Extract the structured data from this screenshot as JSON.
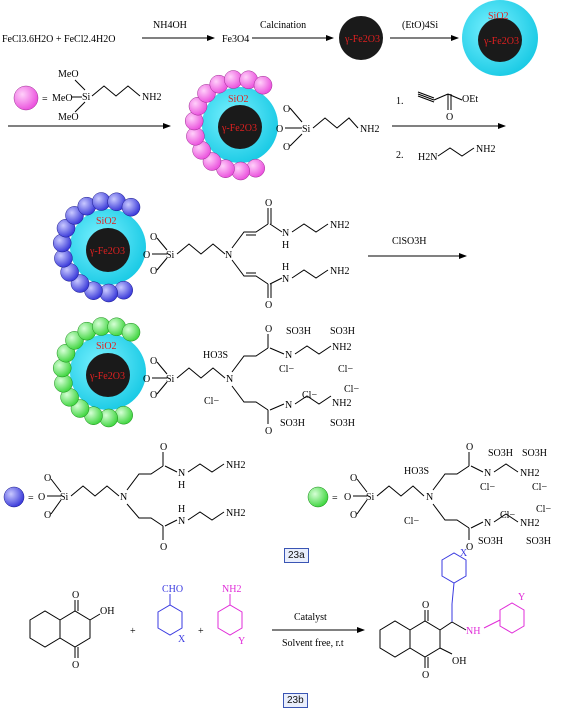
{
  "row1": {
    "reactants": "FeCl3.6H2O + FeCl2.4H2O",
    "reagent1": "NH4OH",
    "product1": "Fe3O4",
    "step2": "Calcination",
    "core_label": "γ-Fe2O3",
    "reagent3": "(EtO)4Si",
    "shell_label": "SiO2"
  },
  "row2": {
    "equals": "=",
    "silane_labels": [
      "MeO",
      "MeO",
      "MeO",
      "Si",
      "NH2"
    ],
    "step_labels": [
      "1.",
      "2."
    ],
    "propiolate_label": "OEt",
    "diamine_labels": [
      "H2N",
      "NH2"
    ],
    "linker_labels": [
      "O",
      "O",
      "O",
      "Si",
      "NH2"
    ]
  },
  "row3": {
    "reagent": "ClSO3H",
    "labels": [
      "O",
      "O",
      "O",
      "Si",
      "N",
      "O",
      "N",
      "H",
      "NH2",
      "O",
      "N",
      "H",
      "NH2"
    ]
  },
  "row4": {
    "labels": [
      "HO3S",
      "SO3H",
      "SO3H",
      "N",
      "Cl−",
      "NH2",
      "Cl−",
      "Cl−",
      "Cl−",
      "Cl−",
      "SO3H",
      "SO3H"
    ]
  },
  "caption_a": "23a",
  "caption_b": "23b",
  "row6": {
    "aldehyde": "CHO",
    "amine": "NH2",
    "substituent_x": "X",
    "substituent_y": "Y",
    "plus": "+",
    "catalyst": "Catalyst",
    "conditions": "Solvent free, r.t",
    "product_labels": [
      "O",
      "O",
      "OH",
      "NH",
      "X",
      "Y"
    ]
  },
  "colors": {
    "core": "#1a1a1a",
    "shell": "#18d6ef",
    "pink": "#ee5fe0",
    "blue": "#4a4de8",
    "green": "#5ce85c",
    "aldehyde": "#3a3ae0",
    "amine": "#e02cd8",
    "core_text": "#e02020"
  }
}
